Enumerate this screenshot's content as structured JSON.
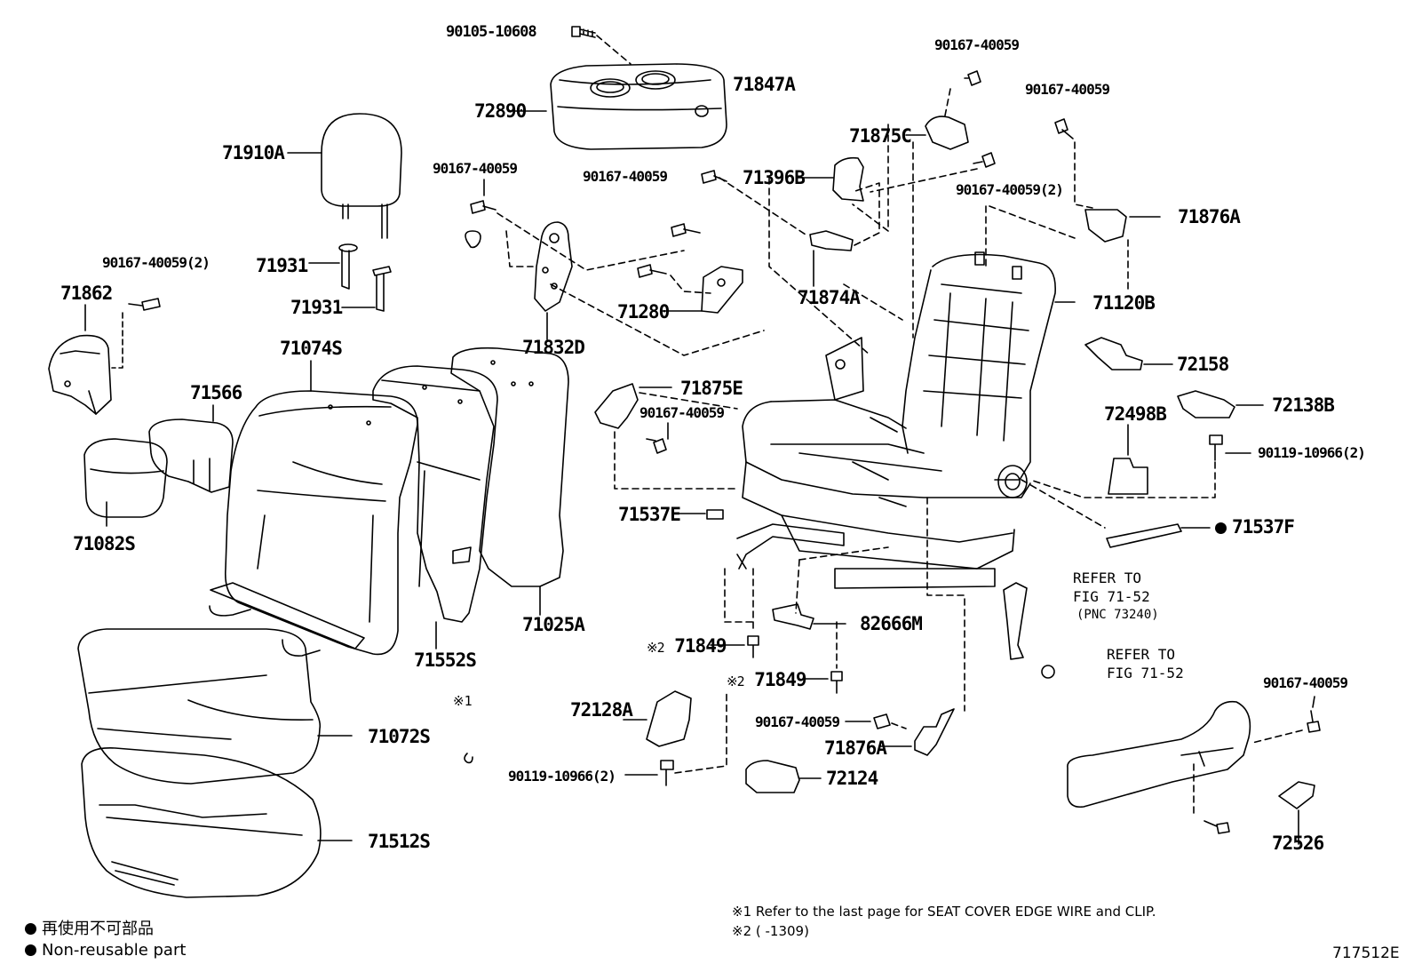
{
  "figure_id": "717512E",
  "parts": {
    "p90105_10608": "90105-10608",
    "p72890": "72890",
    "p71847A": "71847A",
    "p90167_40059_top": "90167-40059",
    "p90167_40059_tr": "90167-40059",
    "p71875C": "71875C",
    "p71910A": "71910A",
    "p90167_40059_left": "90167-40059",
    "p90167_40059_mid": "90167-40059",
    "p71396B": "71396B",
    "p90167_40059_2_mid": "90167-40059(2)",
    "p71876A_top": "71876A",
    "p90167_40059_2_left": "90167-40059(2)",
    "p71931_a": "71931",
    "p71862": "71862",
    "p71931_b": "71931",
    "p71874A": "71874A",
    "p71280": "71280",
    "p71120B": "71120B",
    "p71832D": "71832D",
    "p71074S": "71074S",
    "p72158": "72158",
    "p71566": "71566",
    "p71875E": "71875E",
    "p90167_40059_e": "90167-40059",
    "p72138B": "72138B",
    "p72498B": "72498B",
    "p90119_10966_2_r": "90119-10966(2)",
    "p71082S": "71082S",
    "p71537E": "71537E",
    "p71537F": "71537F",
    "p71025A": "71025A",
    "p82666M": "82666M",
    "p71849_a": "71849",
    "p71552S": "71552S",
    "p71849_b": "71849",
    "p72128A": "72128A",
    "p71072S": "71072S",
    "p90167_40059_bot": "90167-40059",
    "p71876A_bot": "71876A",
    "p90119_10966_2_b": "90119-10966(2)",
    "p72124": "72124",
    "p90167_40059_br": "90167-40059",
    "p72526": "72526",
    "p71512S": "71512S"
  },
  "marks": {
    "note1": "※1",
    "note2a": "※2",
    "note2b": "※2"
  },
  "refer": {
    "r1_line1": "REFER TO",
    "r1_line2": "FIG 71-52",
    "r1_line3": "(PNC 73240)",
    "r2_line1": "REFER TO",
    "r2_line2": "FIG 71-52"
  },
  "footnotes": {
    "f1": "※1 Refer to the last page for SEAT COVER EDGE WIRE and CLIP.",
    "f2": "※2 (     -1309)"
  },
  "legend": {
    "jp": "再使用不可部品",
    "en": "Non-reusable part"
  }
}
